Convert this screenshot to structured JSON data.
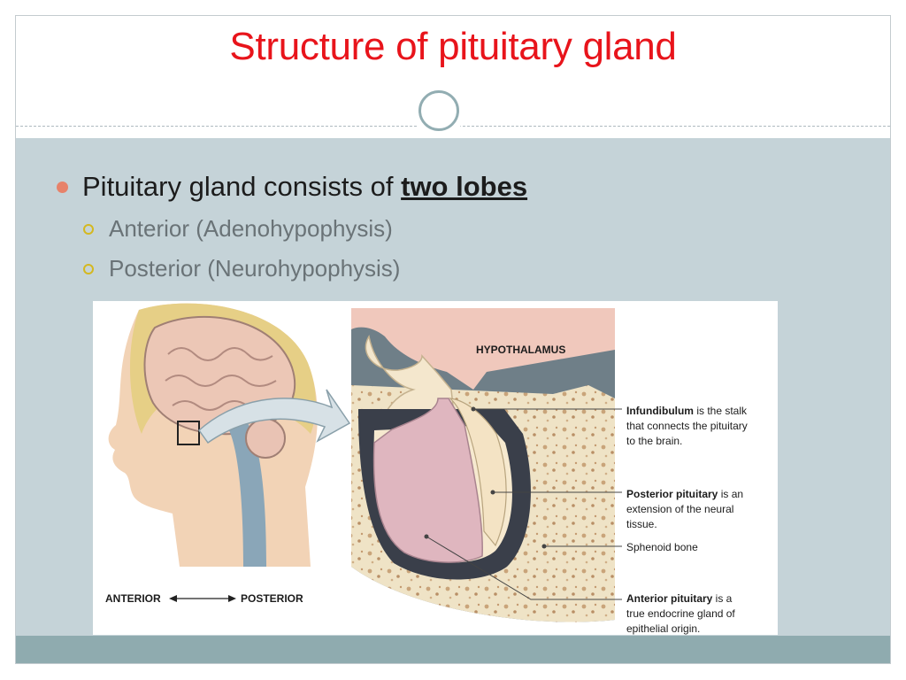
{
  "title": "Structure of pituitary gland",
  "bullet": {
    "lead": "Pituitary gland consists of ",
    "emphasis": "two lobes"
  },
  "sub_bullets": [
    "Anterior (Adenohypophysis)",
    "Posterior (Neurohypophysis)"
  ],
  "figure": {
    "hypothalamus_label": "HYPOTHALAMUS",
    "infundibulum": {
      "term": "Infundibulum",
      "line1_rest": " is the stalk",
      "line2": "that connects the pituitary",
      "line3": "to the brain."
    },
    "posterior": {
      "term": "Posterior pituitary",
      "line1_rest": " is an",
      "line2": "extension of the neural",
      "line3": "tissue."
    },
    "sphenoid": "Sphenoid bone",
    "anterior": {
      "term": "Anterior pituitary",
      "line1_rest": " is a",
      "line2": "true endocrine gland of",
      "line3": "epithelial origin."
    },
    "axis_anterior": "ANTERIOR",
    "axis_posterior": "POSTERIOR"
  },
  "colors": {
    "title": "#e8141b",
    "content_bg": "#c5d3d8",
    "footer_bar": "#8fabaf",
    "bullet": "#e7826a",
    "sub_bullet": "#d4b820"
  }
}
